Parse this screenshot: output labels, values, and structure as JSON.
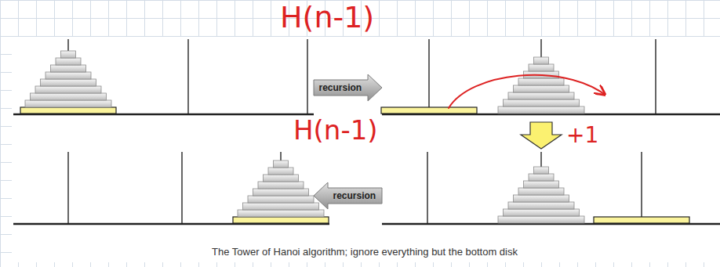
{
  "diagram": {
    "caption": "The Tower of Hanoi algorithm; ignore everything but the bottom disk",
    "nodes": [
      {
        "text": [
          "recursion"
        ]
      },
      {
        "text": [
          "recursion"
        ]
      }
    ],
    "labels": [
      "H(n-1)",
      "H(n-1)",
      "+1"
    ]
  }
}
